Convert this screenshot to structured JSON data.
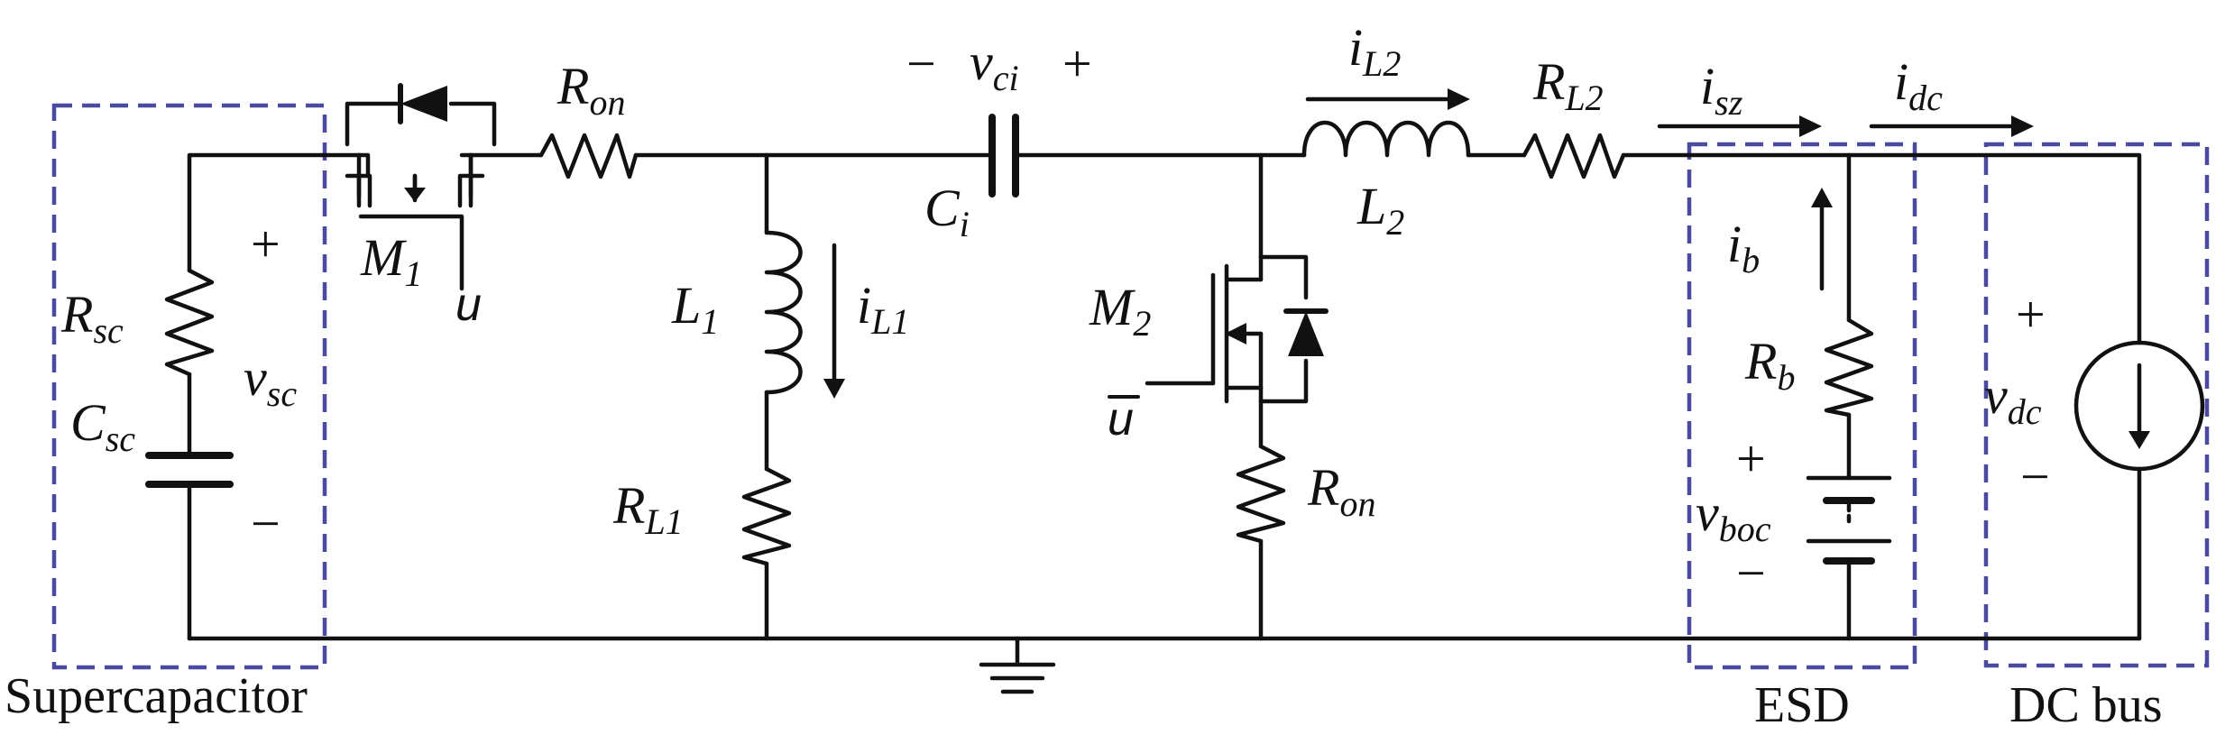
{
  "regions": {
    "supercap": "Supercapacitor",
    "esd": "ESD",
    "dcbus": "DC bus"
  },
  "components": {
    "R_sc": {
      "main": "R",
      "sub": "sc"
    },
    "C_sc": {
      "main": "C",
      "sub": "sc"
    },
    "v_sc": {
      "main": "v",
      "sub": "sc"
    },
    "M1": {
      "main": "M",
      "sub": "1"
    },
    "u": "u",
    "R_on_top": {
      "main": "R",
      "sub": "on"
    },
    "L1": {
      "main": "L",
      "sub": "1"
    },
    "i_L1": {
      "main": "i",
      "sub": "L1"
    },
    "R_L1": {
      "main": "R",
      "sub": "L1"
    },
    "C_i": {
      "main": "C",
      "sub": "i"
    },
    "v_ci": {
      "main": "v",
      "sub": "ci"
    },
    "M2": {
      "main": "M",
      "sub": "2"
    },
    "u_bar": "u",
    "R_on_bot": {
      "main": "R",
      "sub": "on"
    },
    "i_L2": {
      "main": "i",
      "sub": "L2"
    },
    "L2": {
      "main": "L",
      "sub": "2"
    },
    "R_L2": {
      "main": "R",
      "sub": "L2"
    },
    "i_sz": {
      "main": "i",
      "sub": "sz"
    },
    "i_dc": {
      "main": "i",
      "sub": "dc"
    },
    "i_b": {
      "main": "i",
      "sub": "b"
    },
    "R_b": {
      "main": "R",
      "sub": "b"
    },
    "v_boc": {
      "main": "v",
      "sub": "boc"
    },
    "v_dc": {
      "main": "v",
      "sub": "dc"
    }
  },
  "signs": {
    "plus": "+",
    "minus": "−"
  }
}
